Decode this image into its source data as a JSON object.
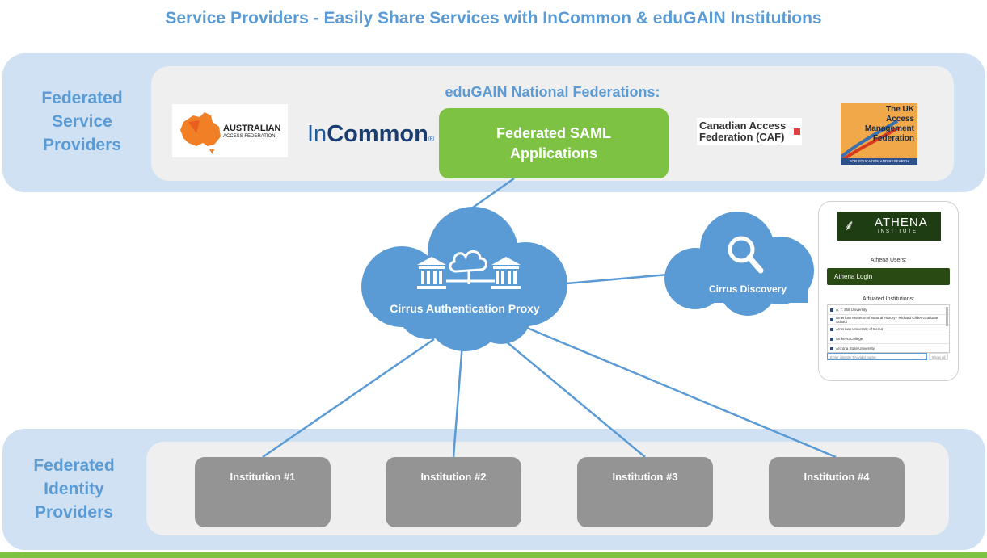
{
  "title": "Service Providers - Easily Share Services with InCommon & eduGAIN Institutions",
  "service_band": {
    "label_lines": [
      "Federated",
      "Service",
      "Providers"
    ]
  },
  "federations": {
    "title": "eduGAIN National Federations:",
    "australian": {
      "line1": "AUSTRALIAN",
      "line2": "ACCESS FEDERATION"
    },
    "incommon": {
      "prefix": "In",
      "suffix": "Common",
      "mark": "®"
    },
    "saml_lines": [
      "Federated SAML",
      "Applications"
    ],
    "caf_lines": [
      "Canadian Access",
      "Federation (CAF)"
    ],
    "uk": {
      "lines": [
        "The UK",
        "Access",
        "Management",
        "Federation"
      ],
      "tag": "FOR EDUCATION AND RESEARCH"
    }
  },
  "proxy": {
    "label": "Cirrus Authentication Proxy"
  },
  "discovery": {
    "label": "Cirrus Discovery"
  },
  "athena": {
    "logo_main": "ATHENA",
    "logo_sub": "INSTITUTE",
    "users_label": "Athena Users:",
    "login_label": "Athena Login",
    "affiliated_label": "Affiliated Institutions:",
    "institutions": [
      "A. T. Still University",
      "American Museum of Natural History - Richard Gilder Graduate School",
      "American University of Beirut",
      "Amherst College",
      "Arizona State University"
    ],
    "search_placeholder": "Enter identity Provider name",
    "show_all": "Show all"
  },
  "identity_band": {
    "label_lines": [
      "Federated",
      "Identity",
      "Providers"
    ]
  },
  "institutions": [
    "Institution #1",
    "Institution #2",
    "Institution #3",
    "Institution #4"
  ],
  "colors": {
    "accent_blue": "#5b9bd5",
    "cloud_blue": "#5b9bd5",
    "green": "#7dc242",
    "band": "#cfe1f2",
    "inner": "#efefef",
    "inst_gray": "#949494",
    "athena_green": "#2a4a14"
  }
}
